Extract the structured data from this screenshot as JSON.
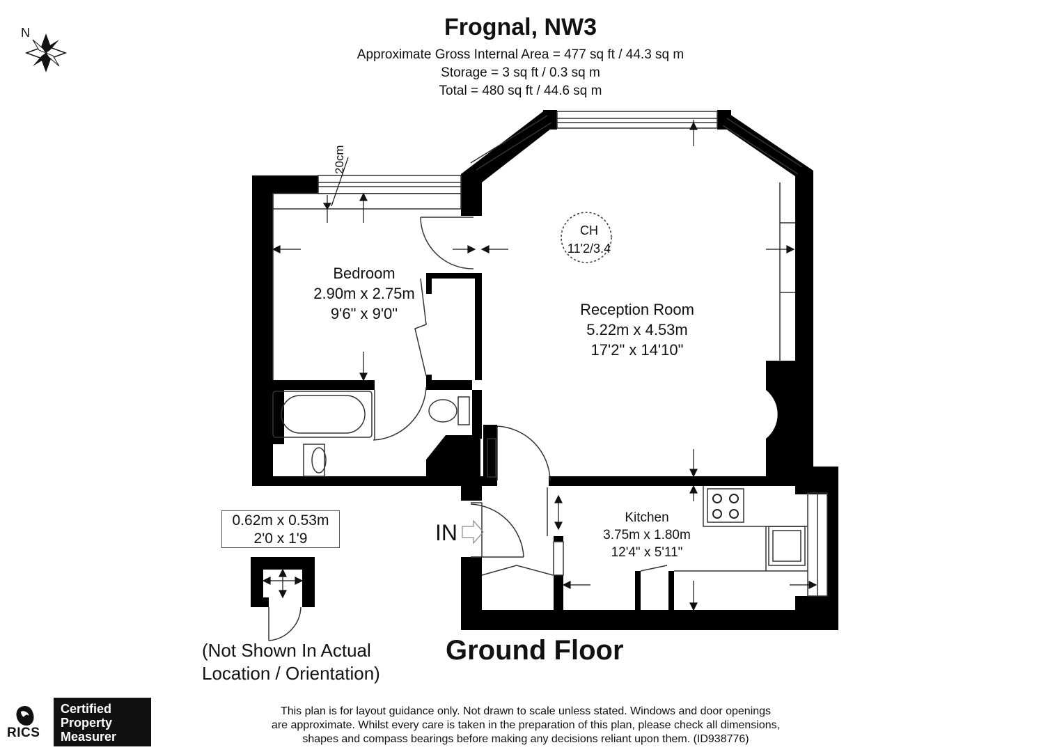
{
  "header": {
    "title": "Frognal, NW3",
    "area_lines": [
      "Approximate Gross Internal Area = 477 sq ft / 44.3 sq m",
      "Storage = 3 sq ft / 0.3 sq m",
      "Total = 480 sq ft / 44.6 sq m"
    ]
  },
  "compass": {
    "label": "N"
  },
  "rooms": {
    "bedroom": {
      "name": "Bedroom",
      "metric": "2.90m x 2.75m",
      "imperial": "9'6\" x 9'0\""
    },
    "reception": {
      "name": "Reception Room",
      "metric": "5.22m x 4.53m",
      "imperial": "17'2\" x 14'10\""
    },
    "kitchen": {
      "name": "Kitchen",
      "metric": "3.75m x 1.80m",
      "imperial": "12'4\" x 5'11\""
    }
  },
  "annotations": {
    "ch_line1": "CH",
    "ch_line2": "11'2/3.4",
    "wall_note": "20cm",
    "entrance": "IN"
  },
  "storage": {
    "metric": "0.62m x 0.53m",
    "imperial": "2'0 x 1'9",
    "note_line1": "(Not Shown In Actual",
    "note_line2": "Location / Orientation)"
  },
  "floor_label": "Ground Floor",
  "footer": {
    "disclaimer_lines": [
      "This plan is for layout guidance only. Not drawn to scale unless stated. Windows and door openings",
      "are approximate. Whilst every care is taken in the preparation of this plan, please check all dimensions,",
      "shapes and compass bearings before making any decisions reliant upon them. (ID938776)"
    ],
    "rics_text": "RICS",
    "badge_lines": [
      "Certified",
      "Property",
      "Measurer"
    ]
  },
  "colors": {
    "wall": "#000000",
    "line": "#444444",
    "background": "#ffffff"
  }
}
